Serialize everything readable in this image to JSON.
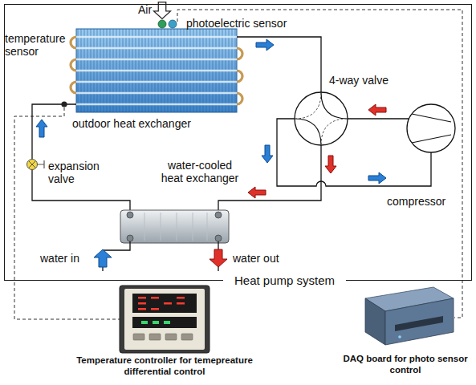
{
  "diagram": {
    "nodes": [
      {
        "text": [
          "Heat pump system"
        ]
      },
      {
        "text": [
          "Temperature controller for temepreature differential control"
        ]
      },
      {
        "text": [
          "DAQ board for photo sensor control"
        ]
      }
    ],
    "labels": [
      "Air",
      "photoelectric sensor",
      "temperature sensor",
      "4-way valve",
      "outdoor heat exchanger",
      "compressor",
      "expansion valve",
      "water-cooled heat exchanger",
      "water in",
      "water out"
    ]
  }
}
